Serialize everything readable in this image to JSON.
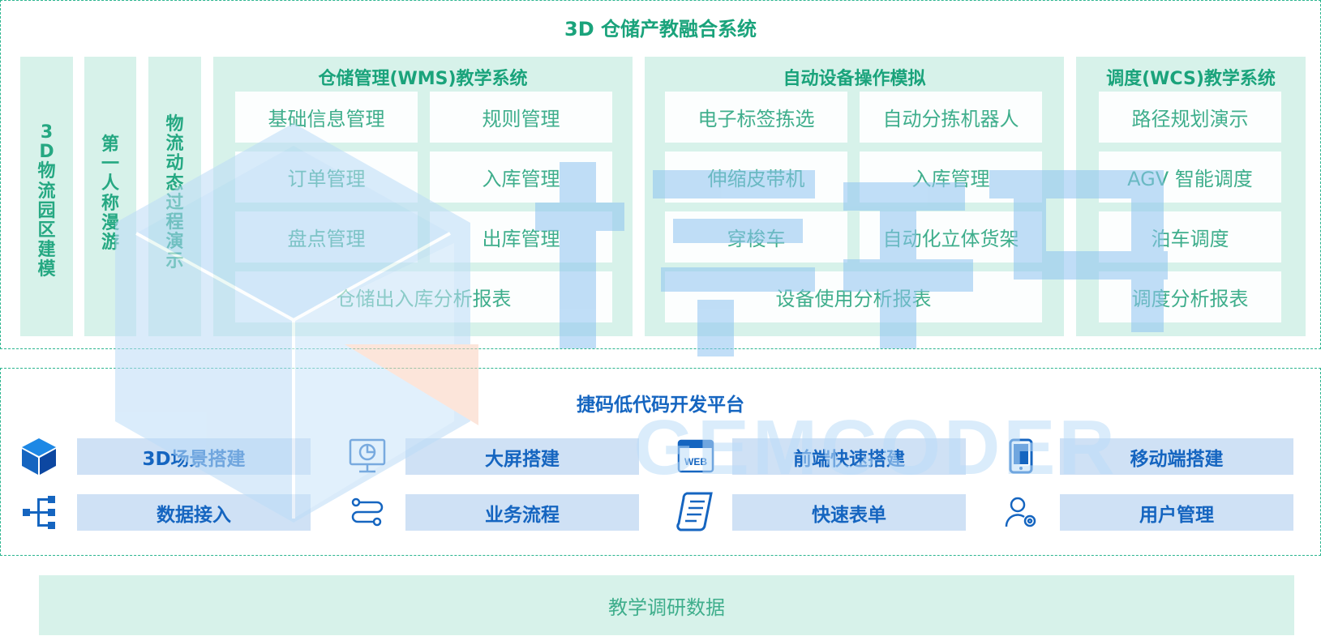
{
  "top": {
    "title": "3D 仓储产教融合系统",
    "vertical_columns": [
      "3D物流园区建模",
      "第一人称漫游",
      "物流动态过程演示"
    ],
    "wms": {
      "title": "仓储管理(WMS)教学系统",
      "cells": [
        "基础信息管理",
        "规则管理",
        "订单管理",
        "入库管理",
        "盘点管理",
        "出库管理"
      ],
      "wide": "仓储出入库分析报表"
    },
    "device": {
      "title": "自动设备操作模拟",
      "cells": [
        "电子标签拣选",
        "自动分拣机器人",
        "伸缩皮带机",
        "入库管理",
        "穿梭车",
        "自动化立体货架"
      ],
      "wide": "设备使用分析报表"
    },
    "wcs": {
      "title": "调度(WCS)教学系统",
      "cells": [
        "路径规划演示",
        "AGV 智能调度",
        "泊车调度",
        "调度分析报表"
      ]
    }
  },
  "platform": {
    "title": "捷码低代码开发平台",
    "items": [
      {
        "icon": "cube-icon",
        "label": "3D场景搭建"
      },
      {
        "icon": "dashboard-screen-icon",
        "label": "大屏搭建"
      },
      {
        "icon": "web-icon",
        "label": "前端快速搭建"
      },
      {
        "icon": "tablet-icon",
        "label": "移动端搭建"
      },
      {
        "icon": "data-tree-icon",
        "label": "数据接入"
      },
      {
        "icon": "workflow-icon",
        "label": "业务流程"
      },
      {
        "icon": "form-scroll-icon",
        "label": "快速表单"
      },
      {
        "icon": "user-gear-icon",
        "label": "用户管理"
      }
    ]
  },
  "bottom": {
    "label": "教学调研数据"
  },
  "watermark": {
    "text": "GEMCODER",
    "brand": "捷码"
  },
  "colors": {
    "teal": "#1aa37b",
    "teal_light": "#d7f2ea",
    "blue": "#1565c0",
    "blue_light": "#cfe1f5",
    "watermark_blue": "#bcdcf7",
    "watermark_orange": "#fbd0bd"
  }
}
